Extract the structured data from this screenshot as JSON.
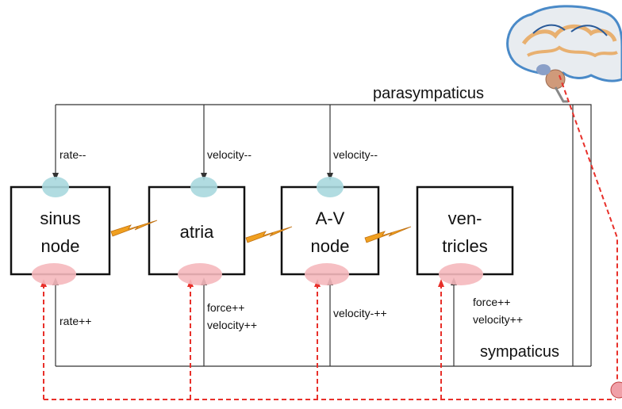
{
  "nerves": {
    "parasympathetic": "parasympaticus",
    "sympathetic": "sympaticus"
  },
  "nodes": [
    {
      "line1": "sinus",
      "line2": "node"
    },
    {
      "line1": "atria",
      "line2": ""
    },
    {
      "line1": "A-V",
      "line2": "node"
    },
    {
      "line1": "ven-",
      "line2": "tricles"
    }
  ],
  "parasympathetic_effects": [
    "rate--",
    "velocity--",
    "velocity--"
  ],
  "sympathetic_effects": [
    {
      "line1": "rate++",
      "line2": ""
    },
    {
      "line1": "force++",
      "line2": "velocity++"
    },
    {
      "line1": "velocity-++",
      "line2": ""
    },
    {
      "line1": "force++",
      "line2": "velocity++"
    }
  ],
  "colors": {
    "parasympathetic_site": "#a8d8de",
    "sympathetic_site": "#f5b8bc",
    "conduction_bolt": "#f0a020",
    "sympathetic_pathway": "#e8302a",
    "brain_outline": "#4a8ac8"
  },
  "icons": [
    "brain-icon",
    "conduction-bolt-icon"
  ]
}
